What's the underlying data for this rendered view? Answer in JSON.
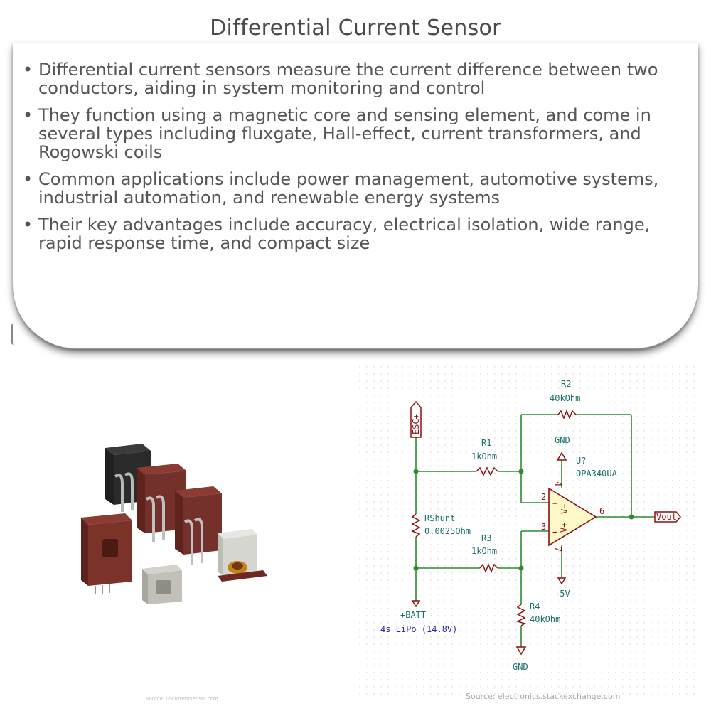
{
  "title": "Differential Current Sensor",
  "bullets": [
    "Differential current sensors measure the current difference between two conductors, aiding in system monitoring and control",
    "They function using a magnetic core and sensing element, and come in several types including fluxgate, Hall-effect, current transformers, and Rogowski coils",
    "Common applications include power management, automotive systems, industrial automation, and renewable energy systems",
    "Their key advantages include accuracy, electrical isolation, wide range, rapid response time, and compact size"
  ],
  "bullet_marker": "•",
  "photo_source": "Source: uscurrentsensor.com",
  "schematic": {
    "r2_name": "R2",
    "r2_value": "40kOhm",
    "r1_name": "R1",
    "r1_value": "1kOhm",
    "r3_name": "R3",
    "r3_value": "1kOhm",
    "r4_name": "R4",
    "r4_value": "40kOhm",
    "rshunt_name": "RShunt",
    "rshunt_value": "0.0025Ohm",
    "gnd_top": "GND",
    "gnd_bottom": "GND",
    "u_name": "U?",
    "u_part": "OPA340UA",
    "pin2": "2",
    "pin3": "3",
    "pin4": "4",
    "pin6": "6",
    "pin7": "7",
    "minus": "−",
    "plus": "+",
    "v_minus": "V−",
    "v_plus": "V+",
    "esc_label": "ESC+",
    "vout_label": "Vout",
    "vplus5": "+5V",
    "batt_label": "+BATT",
    "batt_desc": "4s LiPo (14.8V)"
  },
  "schematic_source": "Source: electronics.stackexchange.com",
  "colors": {
    "wire": "#2e8b2e",
    "symbol": "#8a1010",
    "label": "#1a6f6a",
    "net": "#2a2ab0"
  }
}
